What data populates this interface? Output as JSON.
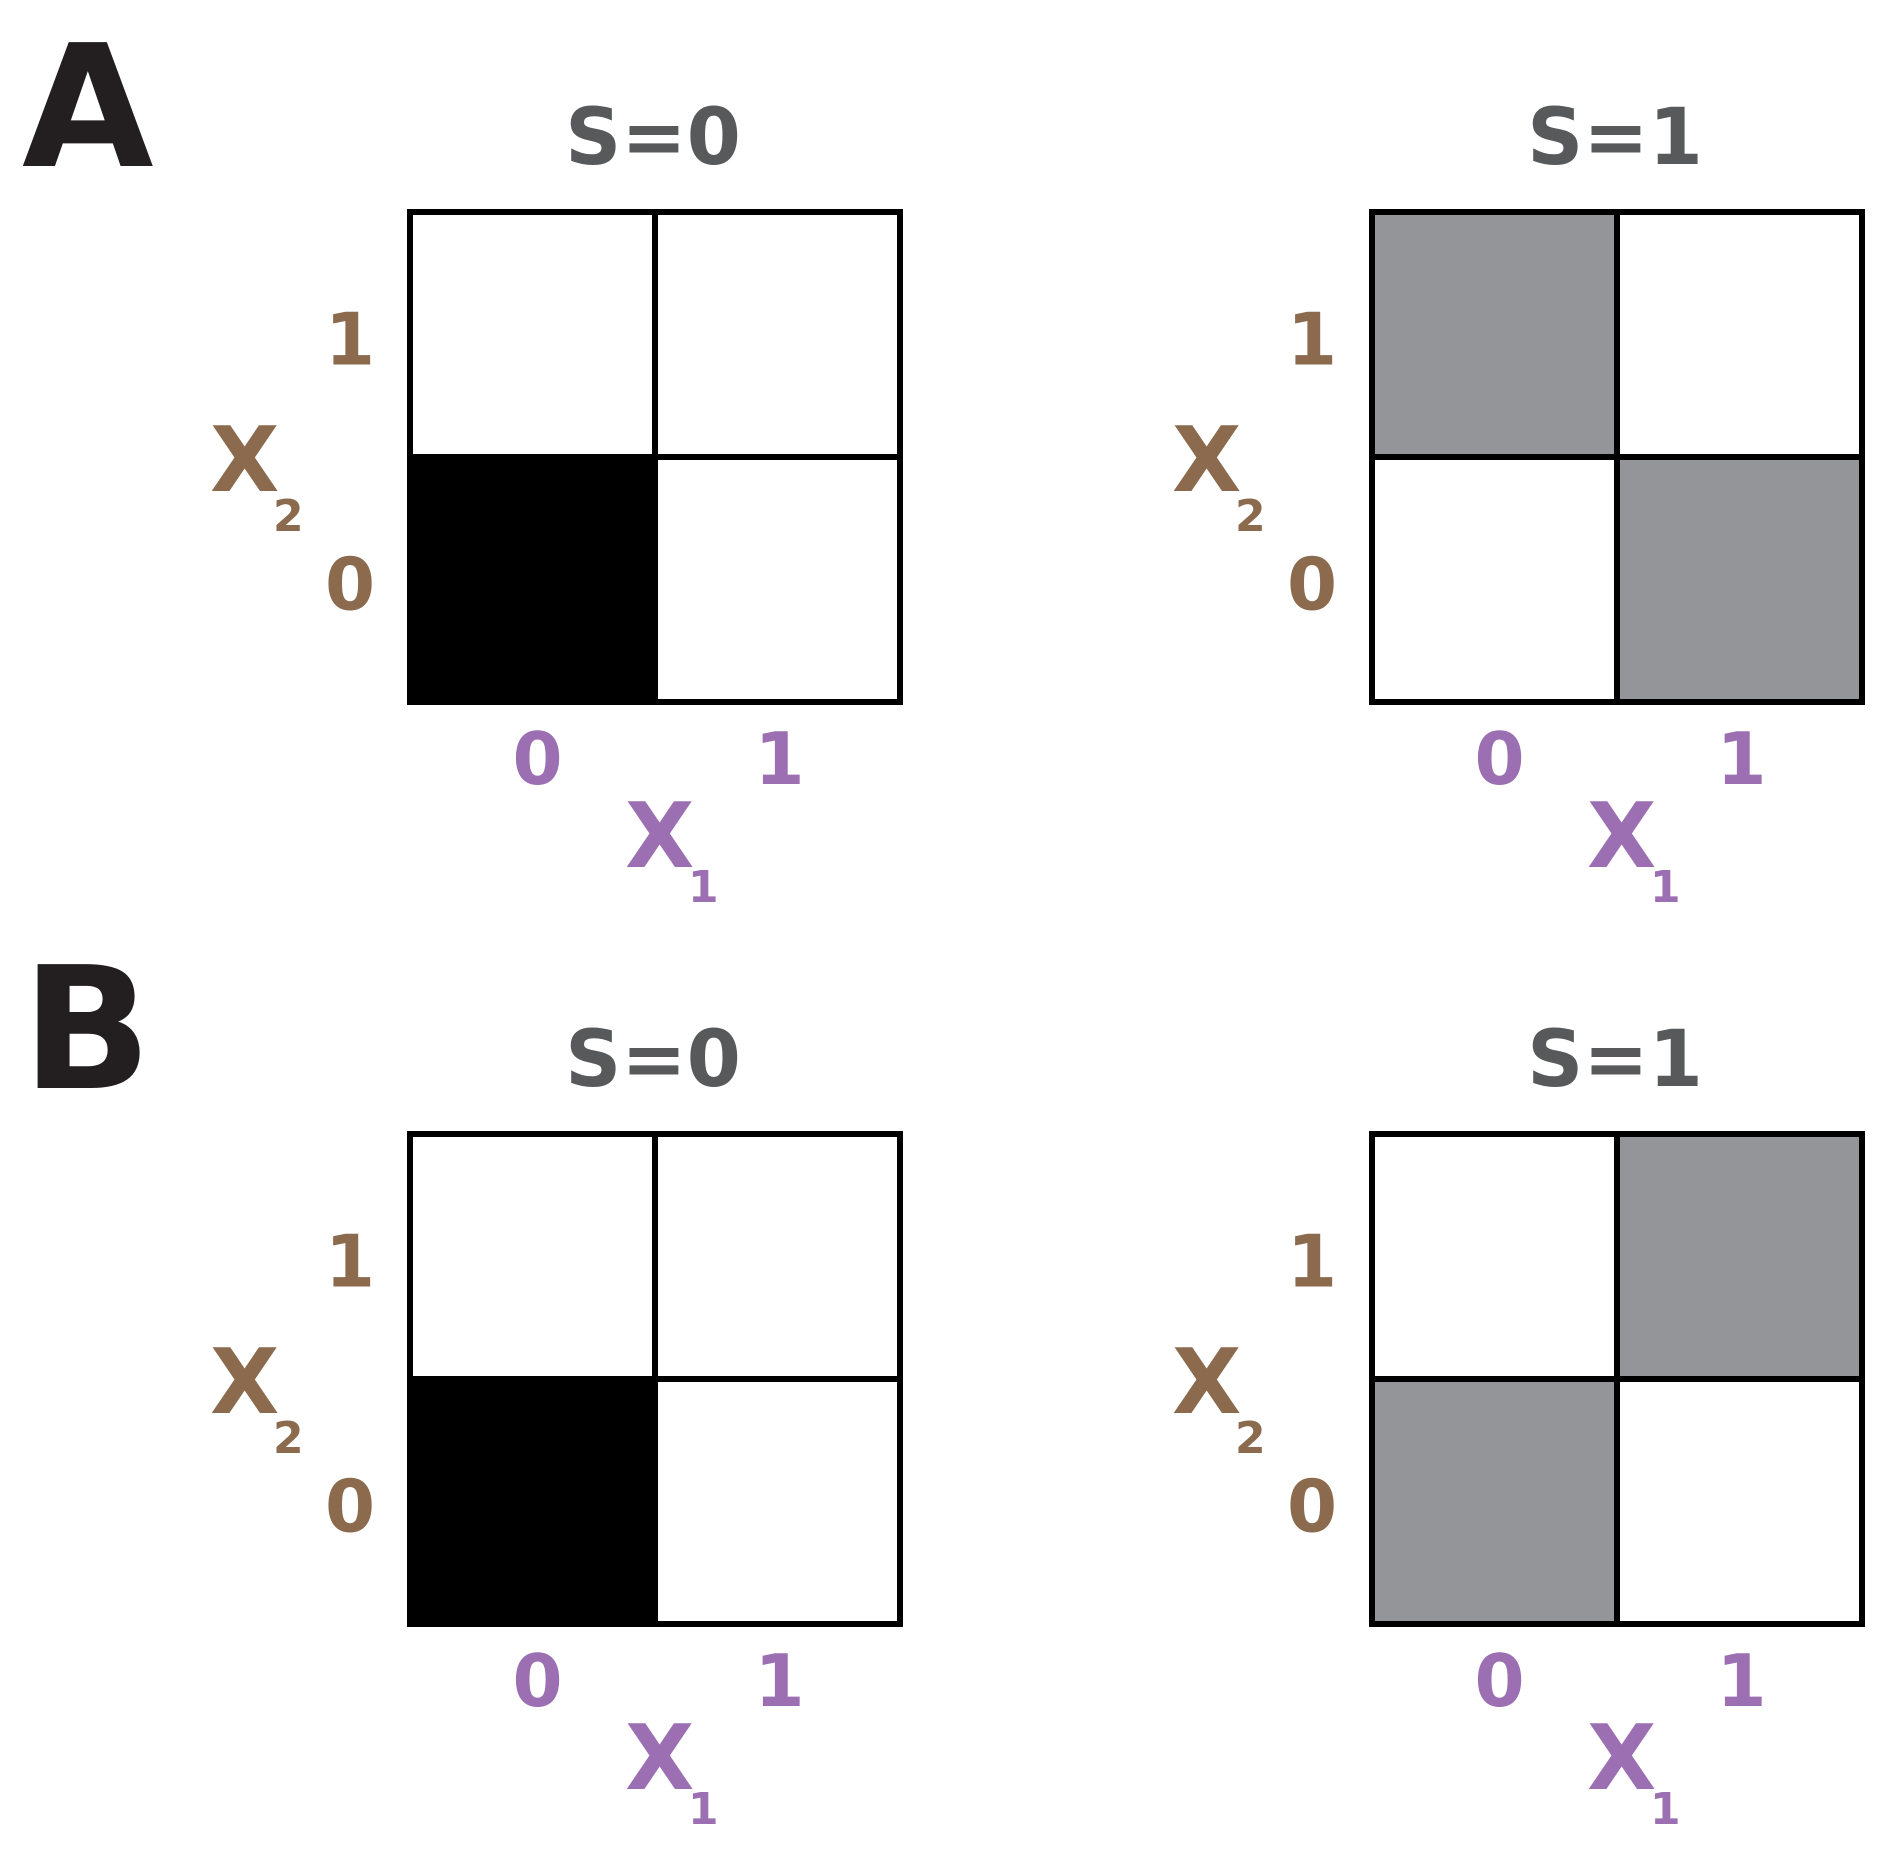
{
  "colors": {
    "background": "#ffffff",
    "grid_line": "#000000",
    "cell_white": "#ffffff",
    "cell_black": "#000000",
    "cell_gray": "#939598",
    "panel_letter": "#231f20",
    "title": "#58595b",
    "x2_label": "#8b6a4d",
    "x1_label": "#9b6fb2"
  },
  "panels": [
    {
      "letter": "A",
      "grids": [
        {
          "title": "S=0",
          "x_axis": {
            "symbol": "X",
            "subscript": "1",
            "ticks": [
              "0",
              "1"
            ]
          },
          "y_axis": {
            "symbol": "X",
            "subscript": "2",
            "ticks": [
              "0",
              "1"
            ]
          },
          "cells": {
            "x0y1": "white",
            "x1y1": "white",
            "x0y0": "black",
            "x1y0": "white"
          }
        },
        {
          "title": "S=1",
          "x_axis": {
            "symbol": "X",
            "subscript": "1",
            "ticks": [
              "0",
              "1"
            ]
          },
          "y_axis": {
            "symbol": "X",
            "subscript": "2",
            "ticks": [
              "0",
              "1"
            ]
          },
          "cells": {
            "x0y1": "gray",
            "x1y1": "white",
            "x0y0": "white",
            "x1y0": "gray"
          }
        }
      ]
    },
    {
      "letter": "B",
      "grids": [
        {
          "title": "S=0",
          "x_axis": {
            "symbol": "X",
            "subscript": "1",
            "ticks": [
              "0",
              "1"
            ]
          },
          "y_axis": {
            "symbol": "X",
            "subscript": "2",
            "ticks": [
              "0",
              "1"
            ]
          },
          "cells": {
            "x0y1": "white",
            "x1y1": "white",
            "x0y0": "black",
            "x1y0": "white"
          }
        },
        {
          "title": "S=1",
          "x_axis": {
            "symbol": "X",
            "subscript": "1",
            "ticks": [
              "0",
              "1"
            ]
          },
          "y_axis": {
            "symbol": "X",
            "subscript": "2",
            "ticks": [
              "0",
              "1"
            ]
          },
          "cells": {
            "x0y1": "white",
            "x1y1": "gray",
            "x0y0": "gray",
            "x1y0": "white"
          }
        }
      ]
    }
  ]
}
